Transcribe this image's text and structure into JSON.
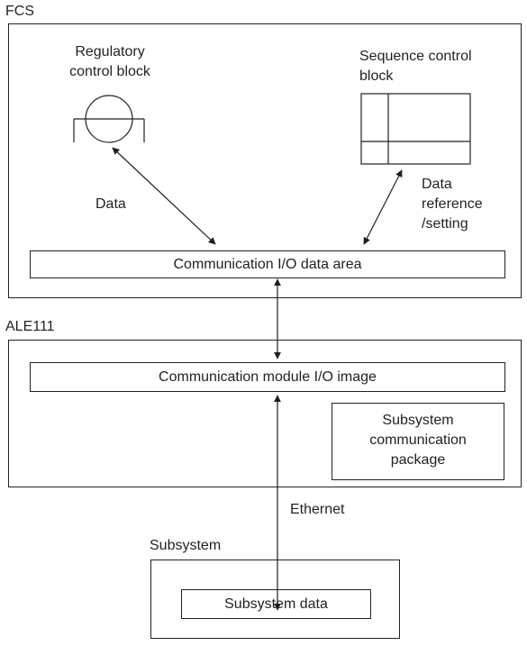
{
  "fcs": {
    "title": "FCS",
    "regulatory_block": [
      "Regulatory",
      "control block"
    ],
    "sequence_block": [
      "Sequence control",
      "block"
    ],
    "data_label": "Data",
    "data_reference_label": [
      "Data",
      "reference",
      "/setting"
    ],
    "comm_io_area": "Communication I/O data area"
  },
  "ale111": {
    "title": "ALE111",
    "comm_module_image": "Communication module I/O image",
    "subsystem_package": [
      "Subsystem",
      "communication",
      "package"
    ]
  },
  "link": {
    "ethernet_label": "Ethernet"
  },
  "subsystem": {
    "title": "Subsystem",
    "data_box": "Subsystem data"
  },
  "colors": {
    "line": "#231f20",
    "background": "#ffffff"
  }
}
